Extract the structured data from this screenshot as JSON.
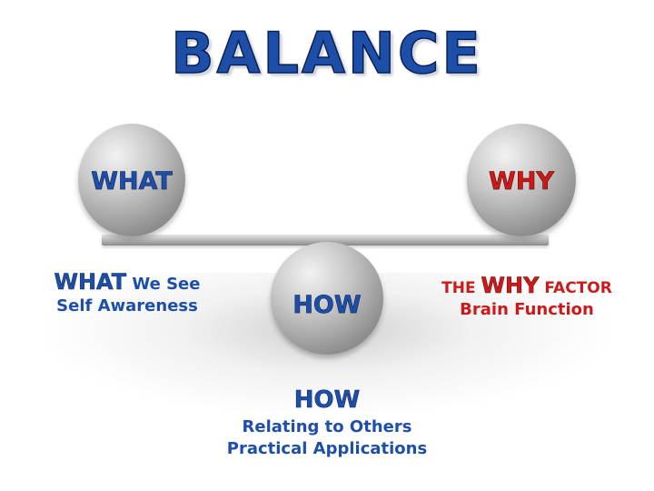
{
  "title": "BALANCE",
  "balls": {
    "left": "WHAT",
    "right": "WHY",
    "fulcrum": "HOW"
  },
  "captions": {
    "what": {
      "emphasis": "WHAT",
      "rest": " We See",
      "line2": "Self Awareness"
    },
    "why": {
      "prefix": "THE ",
      "emphasis": "WHY",
      "suffix": " FACTOR",
      "line2": "Brain Function"
    },
    "how": {
      "heading": "HOW",
      "line1": "Relating to Others",
      "line2": "Practical Applications"
    }
  },
  "colors": {
    "blue": "#1e4fa8",
    "red": "#cc1a1a"
  }
}
